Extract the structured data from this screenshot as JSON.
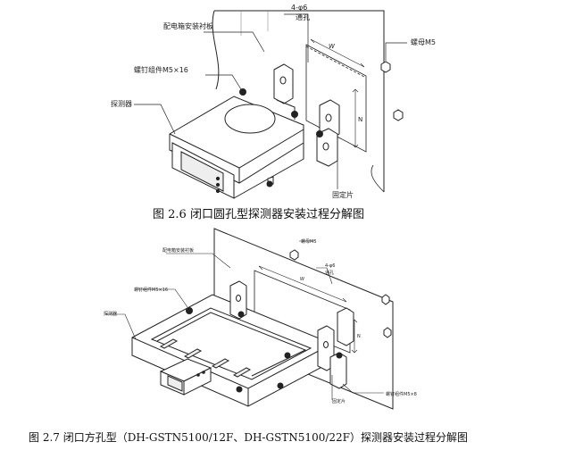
{
  "figure1": {
    "caption": "图 2.6    闭口圆孔型探测器安装过程分解图",
    "labels": {
      "panel": "配电箱安装衬板",
      "hole_spec": "4-φ6",
      "through_hole": "通孔",
      "nut": "螺母M5",
      "screw": "螺钉组件M5×16",
      "detector": "探测器",
      "fixing_plate": "固定片",
      "dim_w": "W",
      "dim_n": "N"
    }
  },
  "figure2": {
    "caption": "图 2.7    闭口方孔型（DH-GSTN5100/12F、DH-GSTN5100/22F）探测器安装过程分解图",
    "labels": {
      "panel": "配电箱安装衬板",
      "nut": "螺母M5",
      "hole_spec": "4-φ6",
      "through_hole": "通孔",
      "screw": "螺钉组件M5×16",
      "detector": "探测器",
      "fixing_plate": "固定片",
      "screw2": "螺钉组件M5×8",
      "dim_w": "W",
      "dim_n": "N"
    }
  }
}
